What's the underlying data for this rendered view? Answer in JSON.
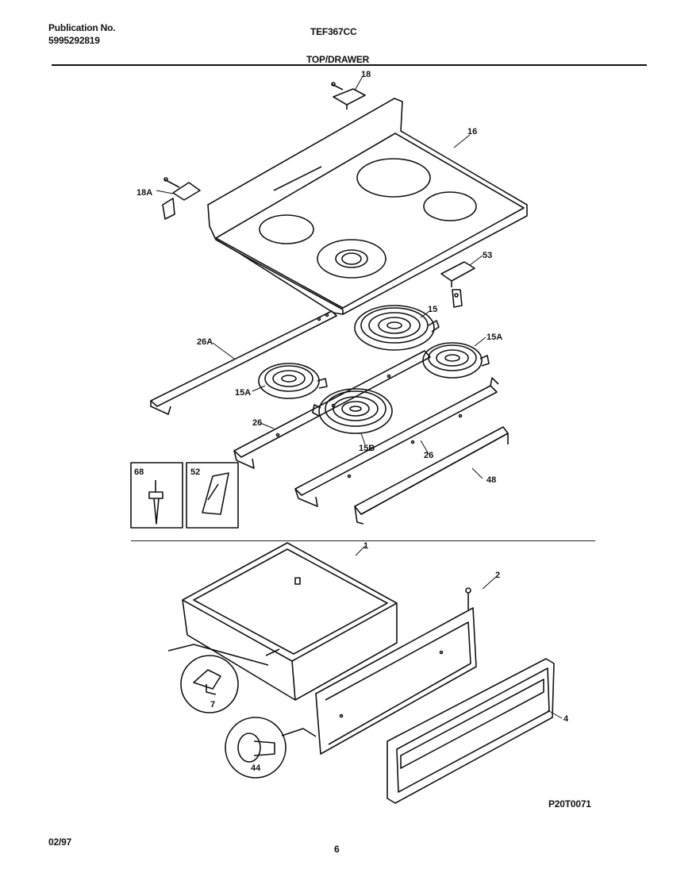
{
  "header": {
    "publication_label": "Publication No.",
    "publication_number": "5995292819",
    "model": "TEF367CC",
    "section_title": "TOP/DRAWER"
  },
  "callouts": {
    "p18": "18",
    "p18A": "18A",
    "p16": "16",
    "p53": "53",
    "p15": "15",
    "p15A_right": "15A",
    "p26A": "26A",
    "p15A_left": "15A",
    "p26_left": "26",
    "p15B": "15B",
    "p26_right": "26",
    "p48": "48",
    "p68": "68",
    "p52": "52",
    "p1": "1",
    "p2": "2",
    "p4": "4",
    "p7": "7",
    "p44": "44"
  },
  "footer": {
    "drawing_code": "P20T0071",
    "date": "02/97",
    "page_number": "6"
  }
}
